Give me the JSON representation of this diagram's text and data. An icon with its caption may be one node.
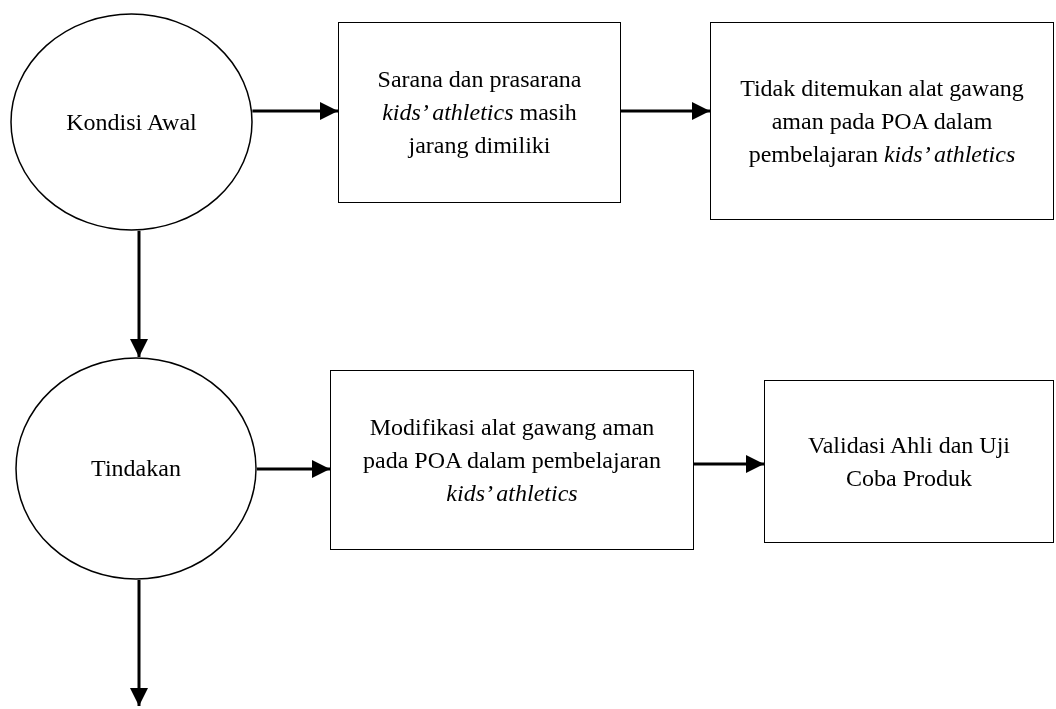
{
  "diagram": {
    "nodes": [
      {
        "text": [
          "Kondisi Awal"
        ]
      },
      {
        "text": [
          "Sarana dan prasarana *kids’ athletics* masih jarang dimiliki"
        ]
      },
      {
        "text": [
          "Tidak ditemukan alat gawang aman pada POA dalam pembelajaran *kids’ athletics*"
        ]
      },
      {
        "text": [
          "Tindakan"
        ]
      },
      {
        "text": [
          "Modifikasi alat gawang aman pada POA dalam pembelajaran *kids’ athletics*"
        ]
      },
      {
        "text": [
          "Validasi Ahli dan Uji Coba Produk"
        ]
      }
    ],
    "edges": [
      {
        "from": 0,
        "to": 1,
        "arrow": "to"
      },
      {
        "from": 1,
        "to": 2,
        "arrow": "to"
      },
      {
        "from": 0,
        "to": 3,
        "arrow": "to"
      },
      {
        "from": 3,
        "to": 4,
        "arrow": "to"
      },
      {
        "from": 4,
        "to": 5,
        "arrow": "to"
      },
      {
        "from": 3,
        "to": null,
        "arrow": "to"
      }
    ]
  }
}
